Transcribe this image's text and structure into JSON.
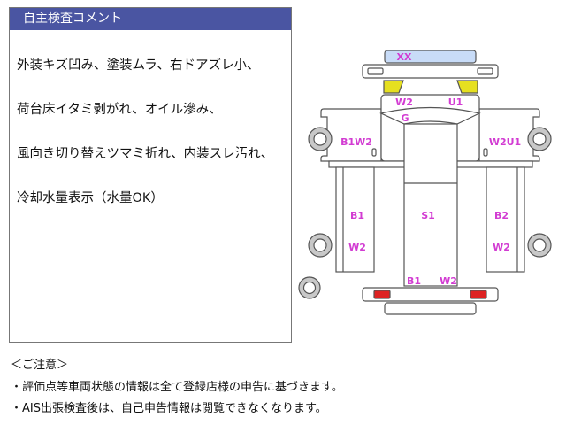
{
  "comment_panel": {
    "title": "自主検査コメント",
    "lines": [
      "外装キズ凹み、塗装ムラ、右ドアズレ小、",
      "荷台床イタミ剥がれ、オイル滲み、",
      "風向き切り替えツマミ折れ、内装スレ汚れ、",
      "冷却水量表示（水量OK）"
    ]
  },
  "diagram": {
    "labels": {
      "front_bumper_top": "XX",
      "cab_left": "W2",
      "cab_right": "U1",
      "windshield": "G",
      "front_left": "B1W2",
      "front_right": "W2U1",
      "bed_left_upper": "B1",
      "bed_left_lower": "W2",
      "bed_center": "S1",
      "bed_right_upper": "B2",
      "bed_right_lower": "W2",
      "tailgate_left": "B1",
      "tailgate_right": "W2"
    },
    "colors": {
      "label": "#d23cd2",
      "highlight_blue": "#c8dcf8",
      "highlight_yellow": "#e6e020",
      "lamp_red": "#dd2222"
    }
  },
  "notes": {
    "heading": "＜ご注意＞",
    "items": [
      "・評価点等車両状態の情報は全て登録店様の申告に基づきます。",
      "・AIS出張検査後は、自己申告情報は閲覧できなくなります。"
    ]
  }
}
